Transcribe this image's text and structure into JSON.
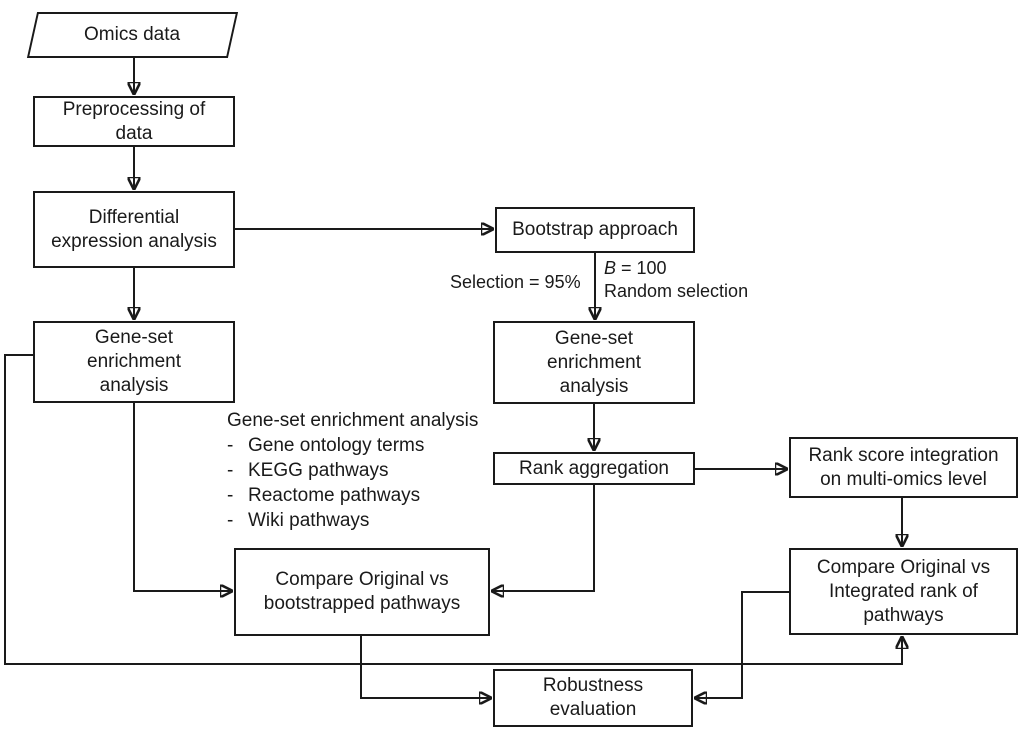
{
  "colors": {
    "background": "#ffffff",
    "line": "#1a1a1a",
    "text": "#1a1a1a"
  },
  "nodes": {
    "omics_data": "Omics data",
    "preprocessing": "Preprocessing of\ndata",
    "differential_expression": "Differential\nexpression analysis",
    "gsea_left": "Gene-set\nenrichment\nanalysis",
    "bootstrap": "Bootstrap approach",
    "gsea_bootstrap": "Gene-set\nenrichment\nanalysis",
    "rank_aggregation": "Rank aggregation",
    "rank_score_integration": "Rank score integration\non multi-omics level",
    "compare_integrated": "Compare Original vs\nIntegrated rank of\npathways",
    "compare_bootstrapped": "Compare Original vs\nbootstrapped pathways",
    "robustness_evaluation": "Robustness\nevaluation"
  },
  "annotations": {
    "selection": "Selection = 95%",
    "b_symbol": "B",
    "b_value": " = 100",
    "random_selection": "Random selection",
    "gsea_note": {
      "title": "Gene-set enrichment analysis",
      "bullet": "-",
      "items": [
        "Gene ontology terms",
        "KEGG pathways",
        "Reactome pathways",
        "Wiki pathways"
      ]
    }
  },
  "edges": [
    {
      "from": "omics_data",
      "to": "preprocessing"
    },
    {
      "from": "preprocessing",
      "to": "differential_expression"
    },
    {
      "from": "differential_expression",
      "to": "gsea_left"
    },
    {
      "from": "differential_expression",
      "to": "bootstrap"
    },
    {
      "from": "bootstrap",
      "to": "gsea_bootstrap"
    },
    {
      "from": "gsea_bootstrap",
      "to": "rank_aggregation"
    },
    {
      "from": "rank_aggregation",
      "to": "rank_score_integration"
    },
    {
      "from": "rank_score_integration",
      "to": "compare_integrated"
    },
    {
      "from": "rank_aggregation",
      "to": "compare_bootstrapped"
    },
    {
      "from": "gsea_left",
      "to": "compare_bootstrapped"
    },
    {
      "from": "gsea_left",
      "to": "compare_integrated"
    },
    {
      "from": "compare_bootstrapped",
      "to": "robustness_evaluation"
    },
    {
      "from": "compare_integrated",
      "to": "robustness_evaluation"
    }
  ]
}
